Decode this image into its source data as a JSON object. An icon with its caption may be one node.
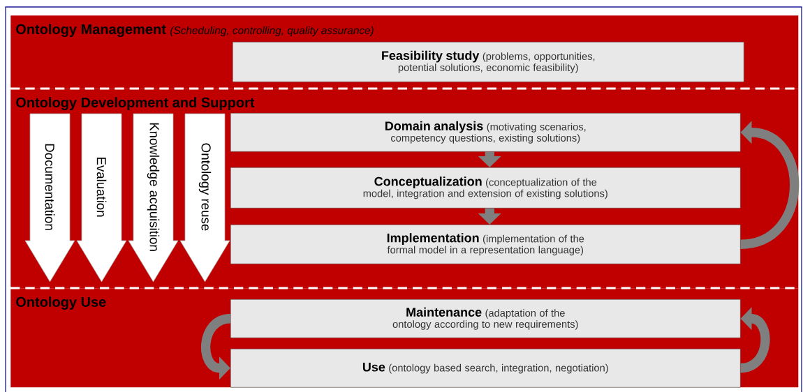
{
  "diagram": {
    "nodes": [
      {
        "text": [
          "Ontology Management",
          "(Scheduling, controlling, quality assurance)"
        ]
      },
      {
        "text": [
          "Feasibility study",
          "(problems, opportunities, potential solutions, economic feasibility)"
        ],
        "in": 0
      },
      {
        "text": [
          "Ontology Development and Support"
        ]
      },
      {
        "text": [
          "Documentation"
        ],
        "in": 2
      },
      {
        "text": [
          "Evaluation"
        ],
        "in": 2
      },
      {
        "text": [
          "Knowledge acquisition"
        ],
        "in": 2
      },
      {
        "text": [
          "Ontology reuse"
        ],
        "in": 2
      },
      {
        "text": [
          "Domain analysis",
          "(motivating scenarios, competency questions, existing solutions)"
        ],
        "in": 2
      },
      {
        "text": [
          "Conceptualization",
          "(conceptualization of the model, integration and extension of existing solutions)"
        ],
        "in": 2
      },
      {
        "text": [
          "Implementation",
          "(implementation of the formal model in a representation language)"
        ],
        "in": 2
      },
      {
        "text": [
          "Ontology Use"
        ]
      },
      {
        "text": [
          "Maintenance",
          "(adaptation of the ontology according to new requirements)"
        ],
        "in": 10
      },
      {
        "text": [
          "Use",
          "(ontology based search, integration, negotiation)"
        ],
        "in": 10
      }
    ],
    "edges": [
      {
        "from": 7,
        "to": 8,
        "arrow": "to"
      },
      {
        "from": 8,
        "to": 9,
        "arrow": "to"
      },
      {
        "from": 9,
        "to": 7,
        "arrow": "to"
      },
      {
        "from": 11,
        "to": 12,
        "arrow": "to"
      },
      {
        "from": 12,
        "to": 11,
        "arrow": "to"
      }
    ]
  }
}
